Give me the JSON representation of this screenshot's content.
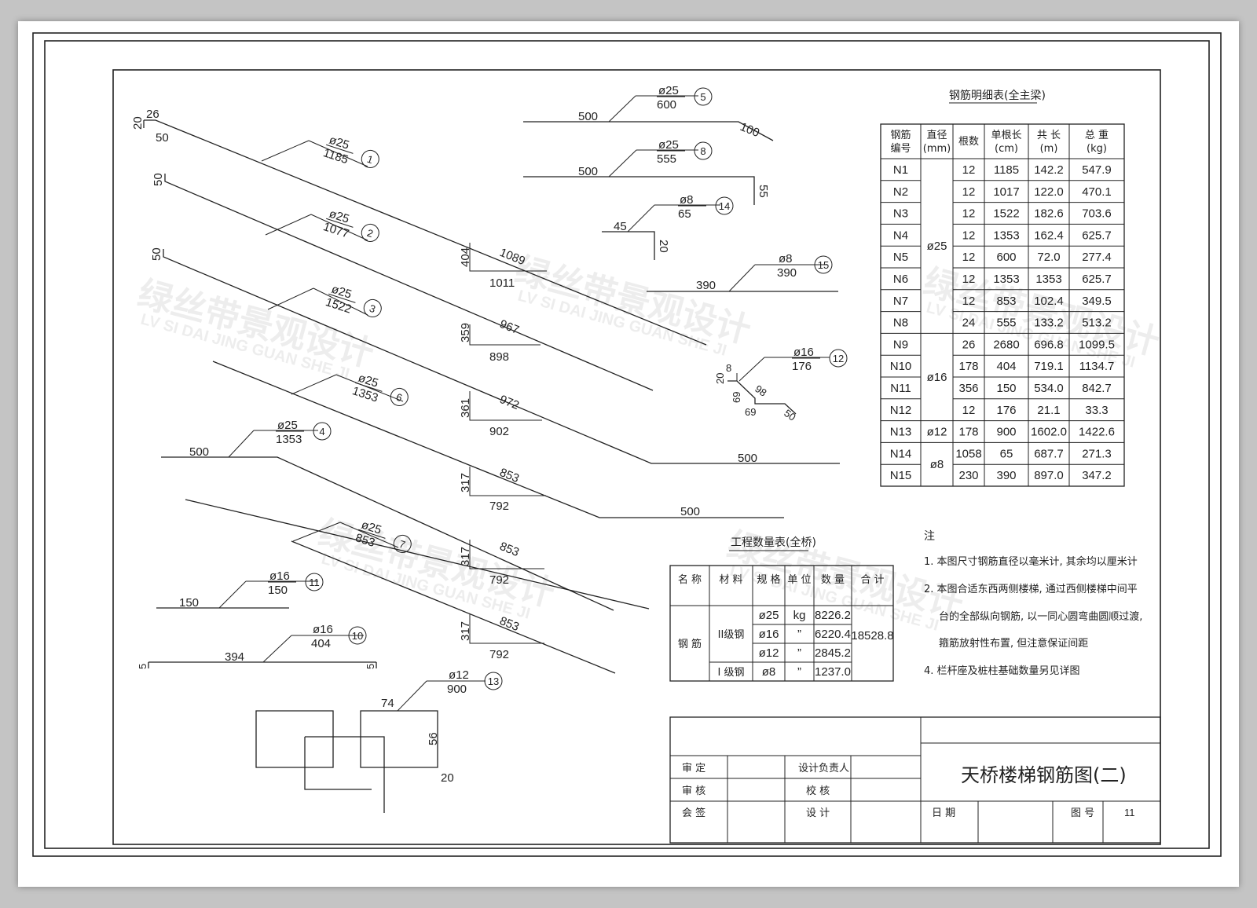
{
  "title_block": {
    "drawing_title": "天桥楼梯钢筋图(二)",
    "labels": [
      "审 定",
      "审 核",
      "会 签",
      "设计负责人",
      "校 核",
      "设 计",
      "日 期",
      "图 号"
    ],
    "sheet_no": "11"
  },
  "watermark": {
    "cn": "绿丝带景观设计",
    "en": "LV SI DAI JING GUAN SHE JI"
  },
  "notes": {
    "heading": "注",
    "items": [
      "1. 本图尺寸钢筋直径以毫米计, 其余均以厘米计",
      "2. 本图合适东西两侧楼梯, 通过西侧楼梯中间平",
      "台的全部纵向钢筋, 以一同心圆弯曲圆顺过渡,",
      "箍筋放射性布置, 但注意保证间距",
      "4. 栏杆座及桩柱基础数量另见详图"
    ]
  },
  "rebar_table": {
    "title": "钢筋明细表(全主梁)",
    "headers": [
      "钢筋\n编号",
      "直径\n(mm)",
      "根数",
      "单根长\n(cm)",
      "共 长\n(m)",
      "总 重\n(kg)"
    ],
    "diameter_groups": [
      "ø25",
      "ø16",
      "ø12",
      "ø8"
    ],
    "rows": [
      [
        "N1",
        "12",
        "1185",
        "142.2",
        "547.9"
      ],
      [
        "N2",
        "12",
        "1017",
        "122.0",
        "470.1"
      ],
      [
        "N3",
        "12",
        "1522",
        "182.6",
        "703.6"
      ],
      [
        "N4",
        "12",
        "1353",
        "162.4",
        "625.7"
      ],
      [
        "N5",
        "12",
        "600",
        "72.0",
        "277.4"
      ],
      [
        "N6",
        "12",
        "1353",
        "1353",
        "625.7"
      ],
      [
        "N7",
        "12",
        "853",
        "102.4",
        "349.5"
      ],
      [
        "N8",
        "24",
        "555",
        "133.2",
        "513.2"
      ],
      [
        "N9",
        "26",
        "2680",
        "696.8",
        "1099.5"
      ],
      [
        "N10",
        "178",
        "404",
        "719.1",
        "1134.7"
      ],
      [
        "N11",
        "356",
        "150",
        "534.0",
        "842.7"
      ],
      [
        "N12",
        "12",
        "176",
        "21.1",
        "33.3"
      ],
      [
        "N13",
        "178",
        "900",
        "1602.0",
        "1422.6"
      ],
      [
        "N14",
        "1058",
        "65",
        "687.7",
        "271.3"
      ],
      [
        "N15",
        "230",
        "390",
        "897.0",
        "347.2"
      ]
    ]
  },
  "quantity_table": {
    "title": "工程数量表(全桥)",
    "headers": [
      "名 称",
      "材 料",
      "规 格",
      "单 位",
      "数 量",
      "合 计"
    ],
    "name": "钢 筋",
    "grade2": "II级钢",
    "grade1": "I 级钢",
    "total": "18528.8",
    "rows": [
      [
        "ø25",
        "kg",
        "8226.2"
      ],
      [
        "ø16",
        "”",
        "6220.4"
      ],
      [
        "ø12",
        "”",
        "2845.2"
      ],
      [
        "ø8",
        "”",
        "1237.0"
      ]
    ]
  },
  "rebar_labels": [
    {
      "id": "1",
      "dia": "ø25",
      "len": "1185"
    },
    {
      "id": "2",
      "dia": "ø25",
      "len": "1077"
    },
    {
      "id": "3",
      "dia": "ø25",
      "len": "1522"
    },
    {
      "id": "6",
      "dia": "ø25",
      "len": "1353"
    },
    {
      "id": "4",
      "dia": "ø25",
      "len": "1353"
    },
    {
      "id": "7",
      "dia": "ø25",
      "len": "853"
    },
    {
      "id": "11",
      "dia": "ø16",
      "len": "150"
    },
    {
      "id": "10",
      "dia": "ø16",
      "len": "404"
    },
    {
      "id": "13",
      "dia": "ø12",
      "len": "900"
    },
    {
      "id": "5",
      "dia": "ø25",
      "len": "600"
    },
    {
      "id": "8",
      "dia": "ø25",
      "len": "555"
    },
    {
      "id": "14",
      "dia": "ø8",
      "len": "65"
    },
    {
      "id": "15",
      "dia": "ø8",
      "len": "390"
    },
    {
      "id": "12",
      "dia": "ø16",
      "len": "176"
    }
  ],
  "dims": [
    "26",
    "20",
    "50",
    "50",
    "50",
    "404",
    "1089",
    "1011",
    "359",
    "967",
    "898",
    "361",
    "972",
    "902",
    "317",
    "853",
    "792",
    "317",
    "853",
    "792",
    "317",
    "853",
    "792",
    "500",
    "500",
    "500",
    "150",
    "394",
    "5",
    "5",
    "74",
    "56",
    "20",
    "500",
    "100",
    "500",
    "55",
    "45",
    "20",
    "390",
    "8",
    "20",
    "69",
    "98",
    "69",
    "50"
  ]
}
